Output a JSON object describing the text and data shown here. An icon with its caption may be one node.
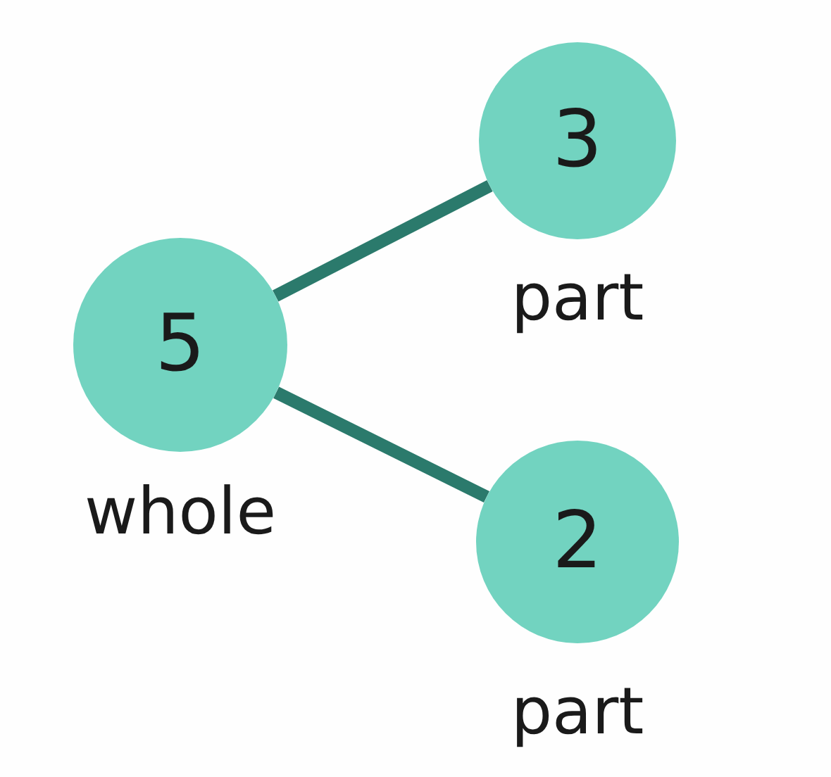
{
  "diagram": {
    "nodes": [
      {
        "text": [
          "5"
        ],
        "beside": [
          "whole"
        ]
      },
      {
        "text": [
          "3"
        ],
        "beside": [
          "part"
        ]
      },
      {
        "text": [
          "2"
        ],
        "beside": [
          "part"
        ]
      }
    ],
    "edges": [
      {
        "from": 0,
        "to": 1,
        "arrow": "none"
      },
      {
        "from": 0,
        "to": 2,
        "arrow": "none"
      }
    ]
  }
}
